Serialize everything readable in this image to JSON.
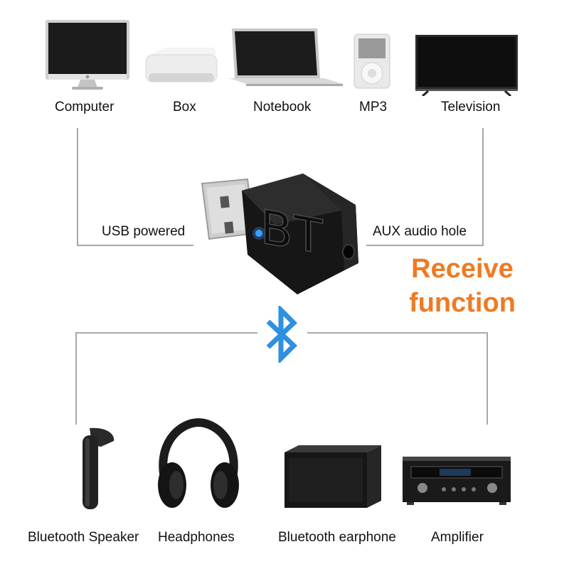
{
  "colors": {
    "accent": "#f07a22",
    "bluetooth": "#2f8fe0",
    "line": "#a8a8a8",
    "device": "#1a1a1a"
  },
  "source_devices": [
    {
      "label": "Computer",
      "icon": "computer-icon"
    },
    {
      "label": "Box",
      "icon": "box-icon"
    },
    {
      "label": "Notebook",
      "icon": "notebook-icon"
    },
    {
      "label": "MP3",
      "icon": "mp3-player-icon"
    },
    {
      "label": "Television",
      "icon": "television-icon"
    }
  ],
  "adapter": {
    "brand_text": "BT",
    "usb_label": "USB powered",
    "aux_label": "AUX audio hole"
  },
  "mode": {
    "line1": "Receive",
    "line2": "function"
  },
  "output_devices": [
    {
      "label": "Bluetooth Speaker",
      "icon": "bluetooth-headset-icon"
    },
    {
      "label": "Headphones",
      "icon": "headphones-icon"
    },
    {
      "label": "Bluetooth earphone",
      "icon": "speaker-icon"
    },
    {
      "label": "Amplifier",
      "icon": "amplifier-icon"
    }
  ]
}
